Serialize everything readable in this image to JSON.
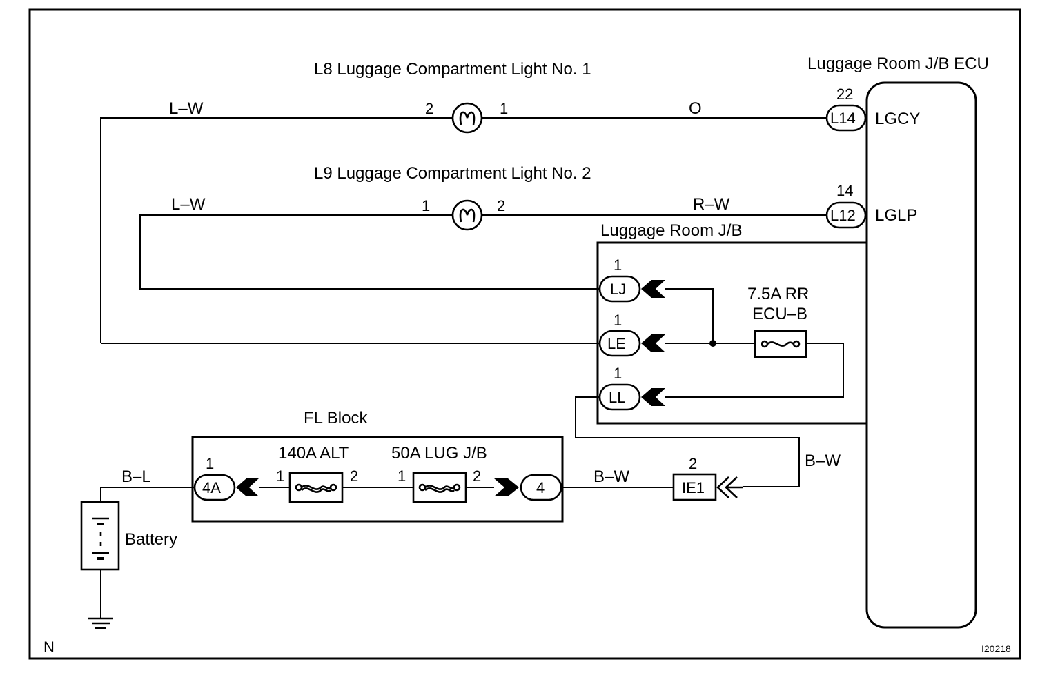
{
  "components": {
    "ecu_title": "Luggage Room J/B ECU",
    "jb_title": "Luggage Room J/B",
    "fl_block_title": "FL Block",
    "light1_title": "L8 Luggage Compartment Light No. 1",
    "light2_title": "L9 Luggage Compartment Light No. 2",
    "fuse_rr_line1": "7.5A RR",
    "fuse_rr_line2": "ECU–B",
    "fuse_alt": "140A ALT",
    "fuse_lug": "50A LUG J/B",
    "battery": "Battery"
  },
  "wires": {
    "lw_top": "L–W",
    "o": "O",
    "lw_second": "L–W",
    "rw": "R–W",
    "bl": "B–L",
    "bw_bottom": "B–W",
    "bw_right": "B–W"
  },
  "pins": {
    "l8_pin_left": "2",
    "l8_pin_right": "1",
    "l9_pin_left": "1",
    "l9_pin_right": "2",
    "l14_num": "22",
    "l14_code": "L14",
    "l14_name": "LGCY",
    "l12_num": "14",
    "l12_code": "L12",
    "l12_name": "LGLP",
    "lj_num": "1",
    "lj_code": "LJ",
    "le_num": "1",
    "le_code": "LE",
    "ll_num": "1",
    "ll_code": "LL",
    "fa_num": "1",
    "fa_code": "4A",
    "alt_pin_left": "1",
    "alt_pin_right": "2",
    "lug_pin_left": "1",
    "lug_pin_right": "2",
    "conn4_code": "4",
    "ie1_num": "2",
    "ie1_code": "IE1"
  },
  "corner": {
    "left": "N",
    "right": "I20218"
  }
}
